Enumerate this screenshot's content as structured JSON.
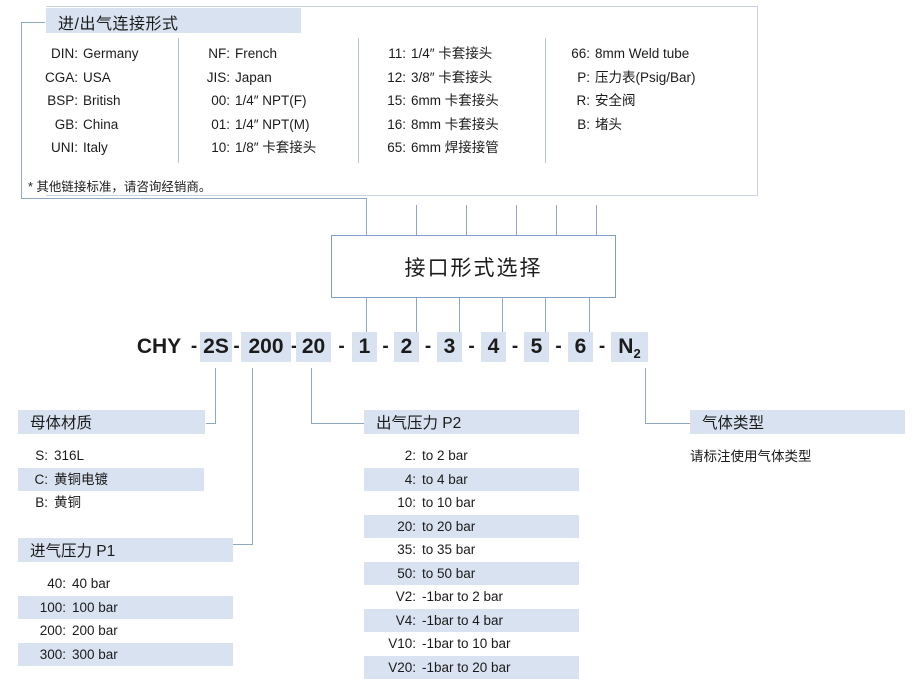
{
  "connection_panel": {
    "title": "进/出气连接形式",
    "note": "* 其他链接标准，请咨询经销商。",
    "columns": [
      {
        "name": "standards",
        "items": [
          {
            "code": "DIN:",
            "desc": "Germany"
          },
          {
            "code": "CGA:",
            "desc": "USA"
          },
          {
            "code": "BSP:",
            "desc": "British"
          },
          {
            "code": "GB:",
            "desc": "China"
          },
          {
            "code": "UNI:",
            "desc": "Italy"
          }
        ]
      },
      {
        "name": "threads",
        "items": [
          {
            "code": "NF:",
            "desc": "French"
          },
          {
            "code": "JIS:",
            "desc": "Japan"
          },
          {
            "code": "00:",
            "desc": "1/4″ NPT(F)"
          },
          {
            "code": "01:",
            "desc": "1/4″ NPT(M)"
          },
          {
            "code": "10:",
            "desc": "1/8″  卡套接头"
          }
        ]
      },
      {
        "name": "ferrule-fittings",
        "items": [
          {
            "code": "11:",
            "desc": "1/4″  卡套接头"
          },
          {
            "code": "12:",
            "desc": "3/8″  卡套接头"
          },
          {
            "code": "15:",
            "desc": "6mm 卡套接头"
          },
          {
            "code": "16:",
            "desc": "8mm 卡套接头"
          },
          {
            "code": "65:",
            "desc": "6mm 焊接接管"
          }
        ]
      },
      {
        "name": "accessories",
        "items": [
          {
            "code": "66:",
            "desc": "8mm Weld tube"
          },
          {
            "code": "P:",
            "desc": "压力表(Psig/Bar)"
          },
          {
            "code": "R:",
            "desc": "安全阀"
          },
          {
            "code": "B:",
            "desc": "堵头"
          }
        ]
      }
    ]
  },
  "interface_box": {
    "label": "接口形式选择"
  },
  "model_code": {
    "segments": [
      {
        "text": "CHY",
        "highlight": false
      },
      {
        "text": "2S",
        "highlight": true
      },
      {
        "text": "200",
        "highlight": true
      },
      {
        "text": "20",
        "highlight": true
      },
      {
        "text": "1",
        "highlight": true
      },
      {
        "text": "2",
        "highlight": true
      },
      {
        "text": "3",
        "highlight": true
      },
      {
        "text": "4",
        "highlight": true
      },
      {
        "text": "5",
        "highlight": true
      },
      {
        "text": "6",
        "highlight": true
      },
      {
        "text": "N2",
        "highlight": true
      }
    ],
    "separator": "-",
    "full_code": "CHY-2S-200-20-1-2-3-4-5-6-N2"
  },
  "sections": {
    "body_material": {
      "title": "母体材质",
      "options": [
        {
          "key": "S:",
          "value": "316L",
          "highlight": false
        },
        {
          "key": "C:",
          "value": "黄铜电镀",
          "highlight": true
        },
        {
          "key": "B:",
          "value": "黄铜",
          "highlight": false
        }
      ]
    },
    "inlet_pressure": {
      "title": "进气压力 P1",
      "options": [
        {
          "key": "40:",
          "value": "40 bar",
          "highlight": false
        },
        {
          "key": "100:",
          "value": "100 bar",
          "highlight": true
        },
        {
          "key": "200:",
          "value": "200 bar",
          "highlight": false
        },
        {
          "key": "300:",
          "value": "300 bar",
          "highlight": true
        }
      ]
    },
    "outlet_pressure": {
      "title": "出气压力 P2",
      "options": [
        {
          "key": "2:",
          "value": "to 2 bar",
          "highlight": false
        },
        {
          "key": "4:",
          "value": "to 4 bar",
          "highlight": true
        },
        {
          "key": "10:",
          "value": "to 10 bar",
          "highlight": false
        },
        {
          "key": "20:",
          "value": "to 20 bar",
          "highlight": true
        },
        {
          "key": "35:",
          "value": "to 35 bar",
          "highlight": false
        },
        {
          "key": "50:",
          "value": "to 50 bar",
          "highlight": true
        },
        {
          "key": "V2:",
          "value": "-1bar to 2 bar",
          "highlight": false
        },
        {
          "key": "V4:",
          "value": "-1bar to 4 bar",
          "highlight": true
        },
        {
          "key": "V10:",
          "value": "-1bar to 10 bar",
          "highlight": false
        },
        {
          "key": "V20:",
          "value": "-1bar to 20 bar",
          "highlight": true
        }
      ]
    },
    "gas_type": {
      "title": "气体类型",
      "note": "请标注使用气体类型"
    }
  },
  "colors": {
    "highlight": "#d8e2f0",
    "line": "#8fa8bf",
    "box_border": "#7f9ec1",
    "panel_border": "#c9d4e0"
  }
}
